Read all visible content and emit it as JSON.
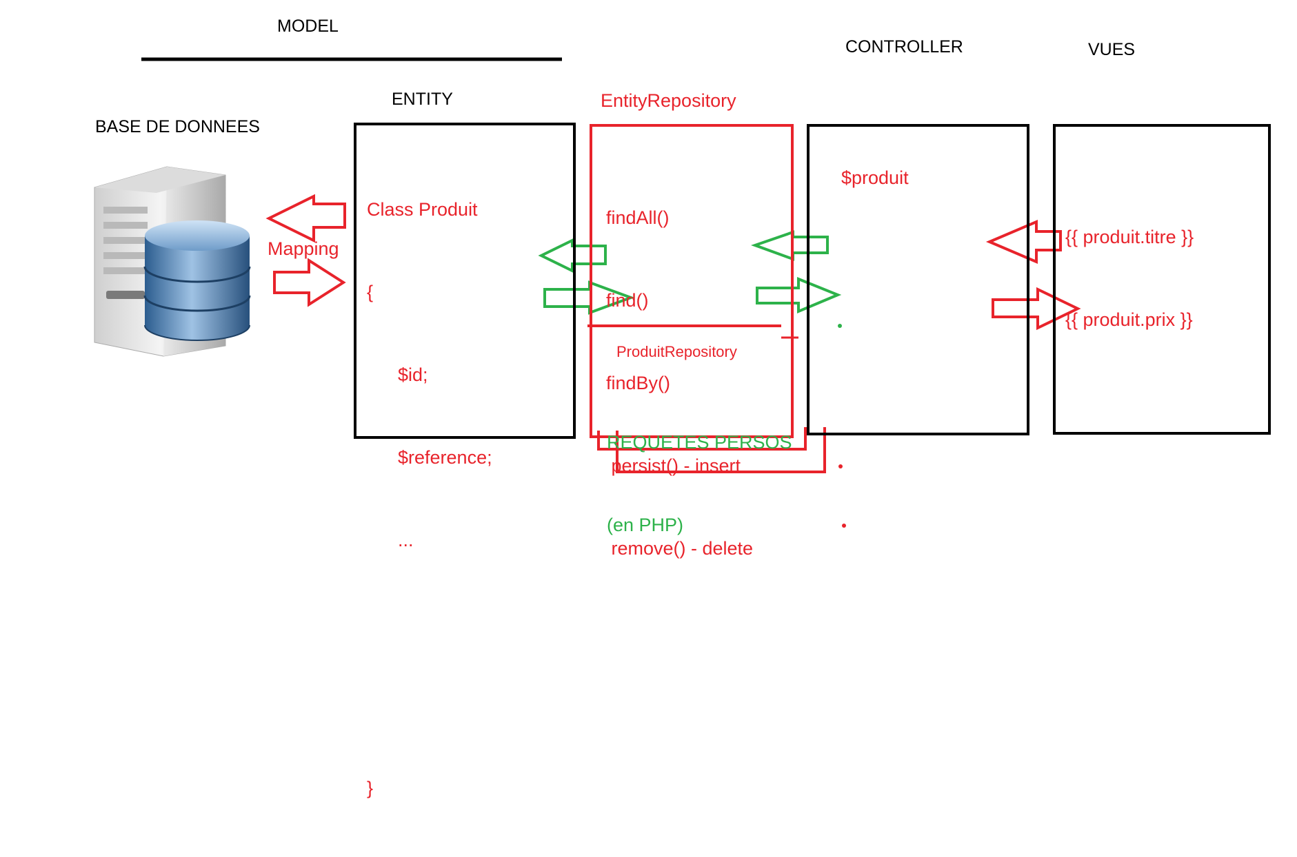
{
  "colors": {
    "text_black": "#000000",
    "accent_red": "#e8232b",
    "accent_green": "#2db24a",
    "border_black": "#000000"
  },
  "headers": {
    "model": "MODEL",
    "controller": "CONTROLLER",
    "vues": "VUES",
    "entity": "ENTITY",
    "entity_repository": "EntityRepository",
    "base_de_donnees": "BASE DE DONNEES"
  },
  "database": {
    "icon": "database-server-icon",
    "mapping_label": "Mapping"
  },
  "entity_box": {
    "lines": [
      "Class Produit",
      "{",
      "      $id;",
      "      $reference;",
      "      ...",
      "",
      "",
      "}"
    ]
  },
  "repository_box": {
    "methods": [
      "findAll()",
      "find()",
      "findBy()",
      " persist() - insert",
      " remove() - delete"
    ],
    "sub_title": "ProduitRepository",
    "custom_queries": [
      "REQUETES PERSOS",
      "(en PHP)"
    ]
  },
  "controller_box": {
    "variable": "$produit"
  },
  "vues_box": {
    "lines": [
      "{{ produit.titre }}",
      "{{ produit.prix }}"
    ]
  }
}
